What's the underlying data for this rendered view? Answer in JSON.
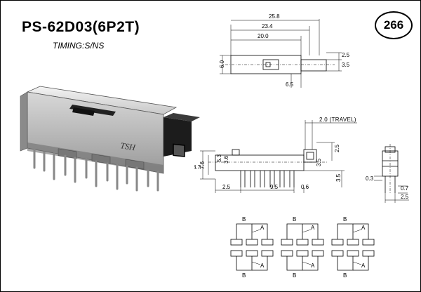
{
  "header": {
    "model": "PS-62D03(6P2T)",
    "timing": "TIMING:S/NS",
    "page_number": "266"
  },
  "photo": {
    "brand_mark": "TSH"
  },
  "top_view_dims": {
    "d1": "25.8",
    "d2": "23.4",
    "d3": "20.0",
    "d4": "6.0",
    "d5": "2.5",
    "d6": "3.5",
    "d7": "6.5"
  },
  "side_view_dims": {
    "travel": "2.0 (TRAVEL)",
    "d1": "8.7",
    "d2": "7.6",
    "d3": "5.3",
    "d4": "3.6",
    "d5": "2.5",
    "d6": "3.5",
    "d7": "2.5",
    "d8": "9.5",
    "d9": "0.6"
  },
  "end_view_dims": {
    "d1": "0.3",
    "d2": "0.7",
    "d3": "2.5"
  },
  "schematic": {
    "label_b": "B",
    "label_a": "A"
  }
}
